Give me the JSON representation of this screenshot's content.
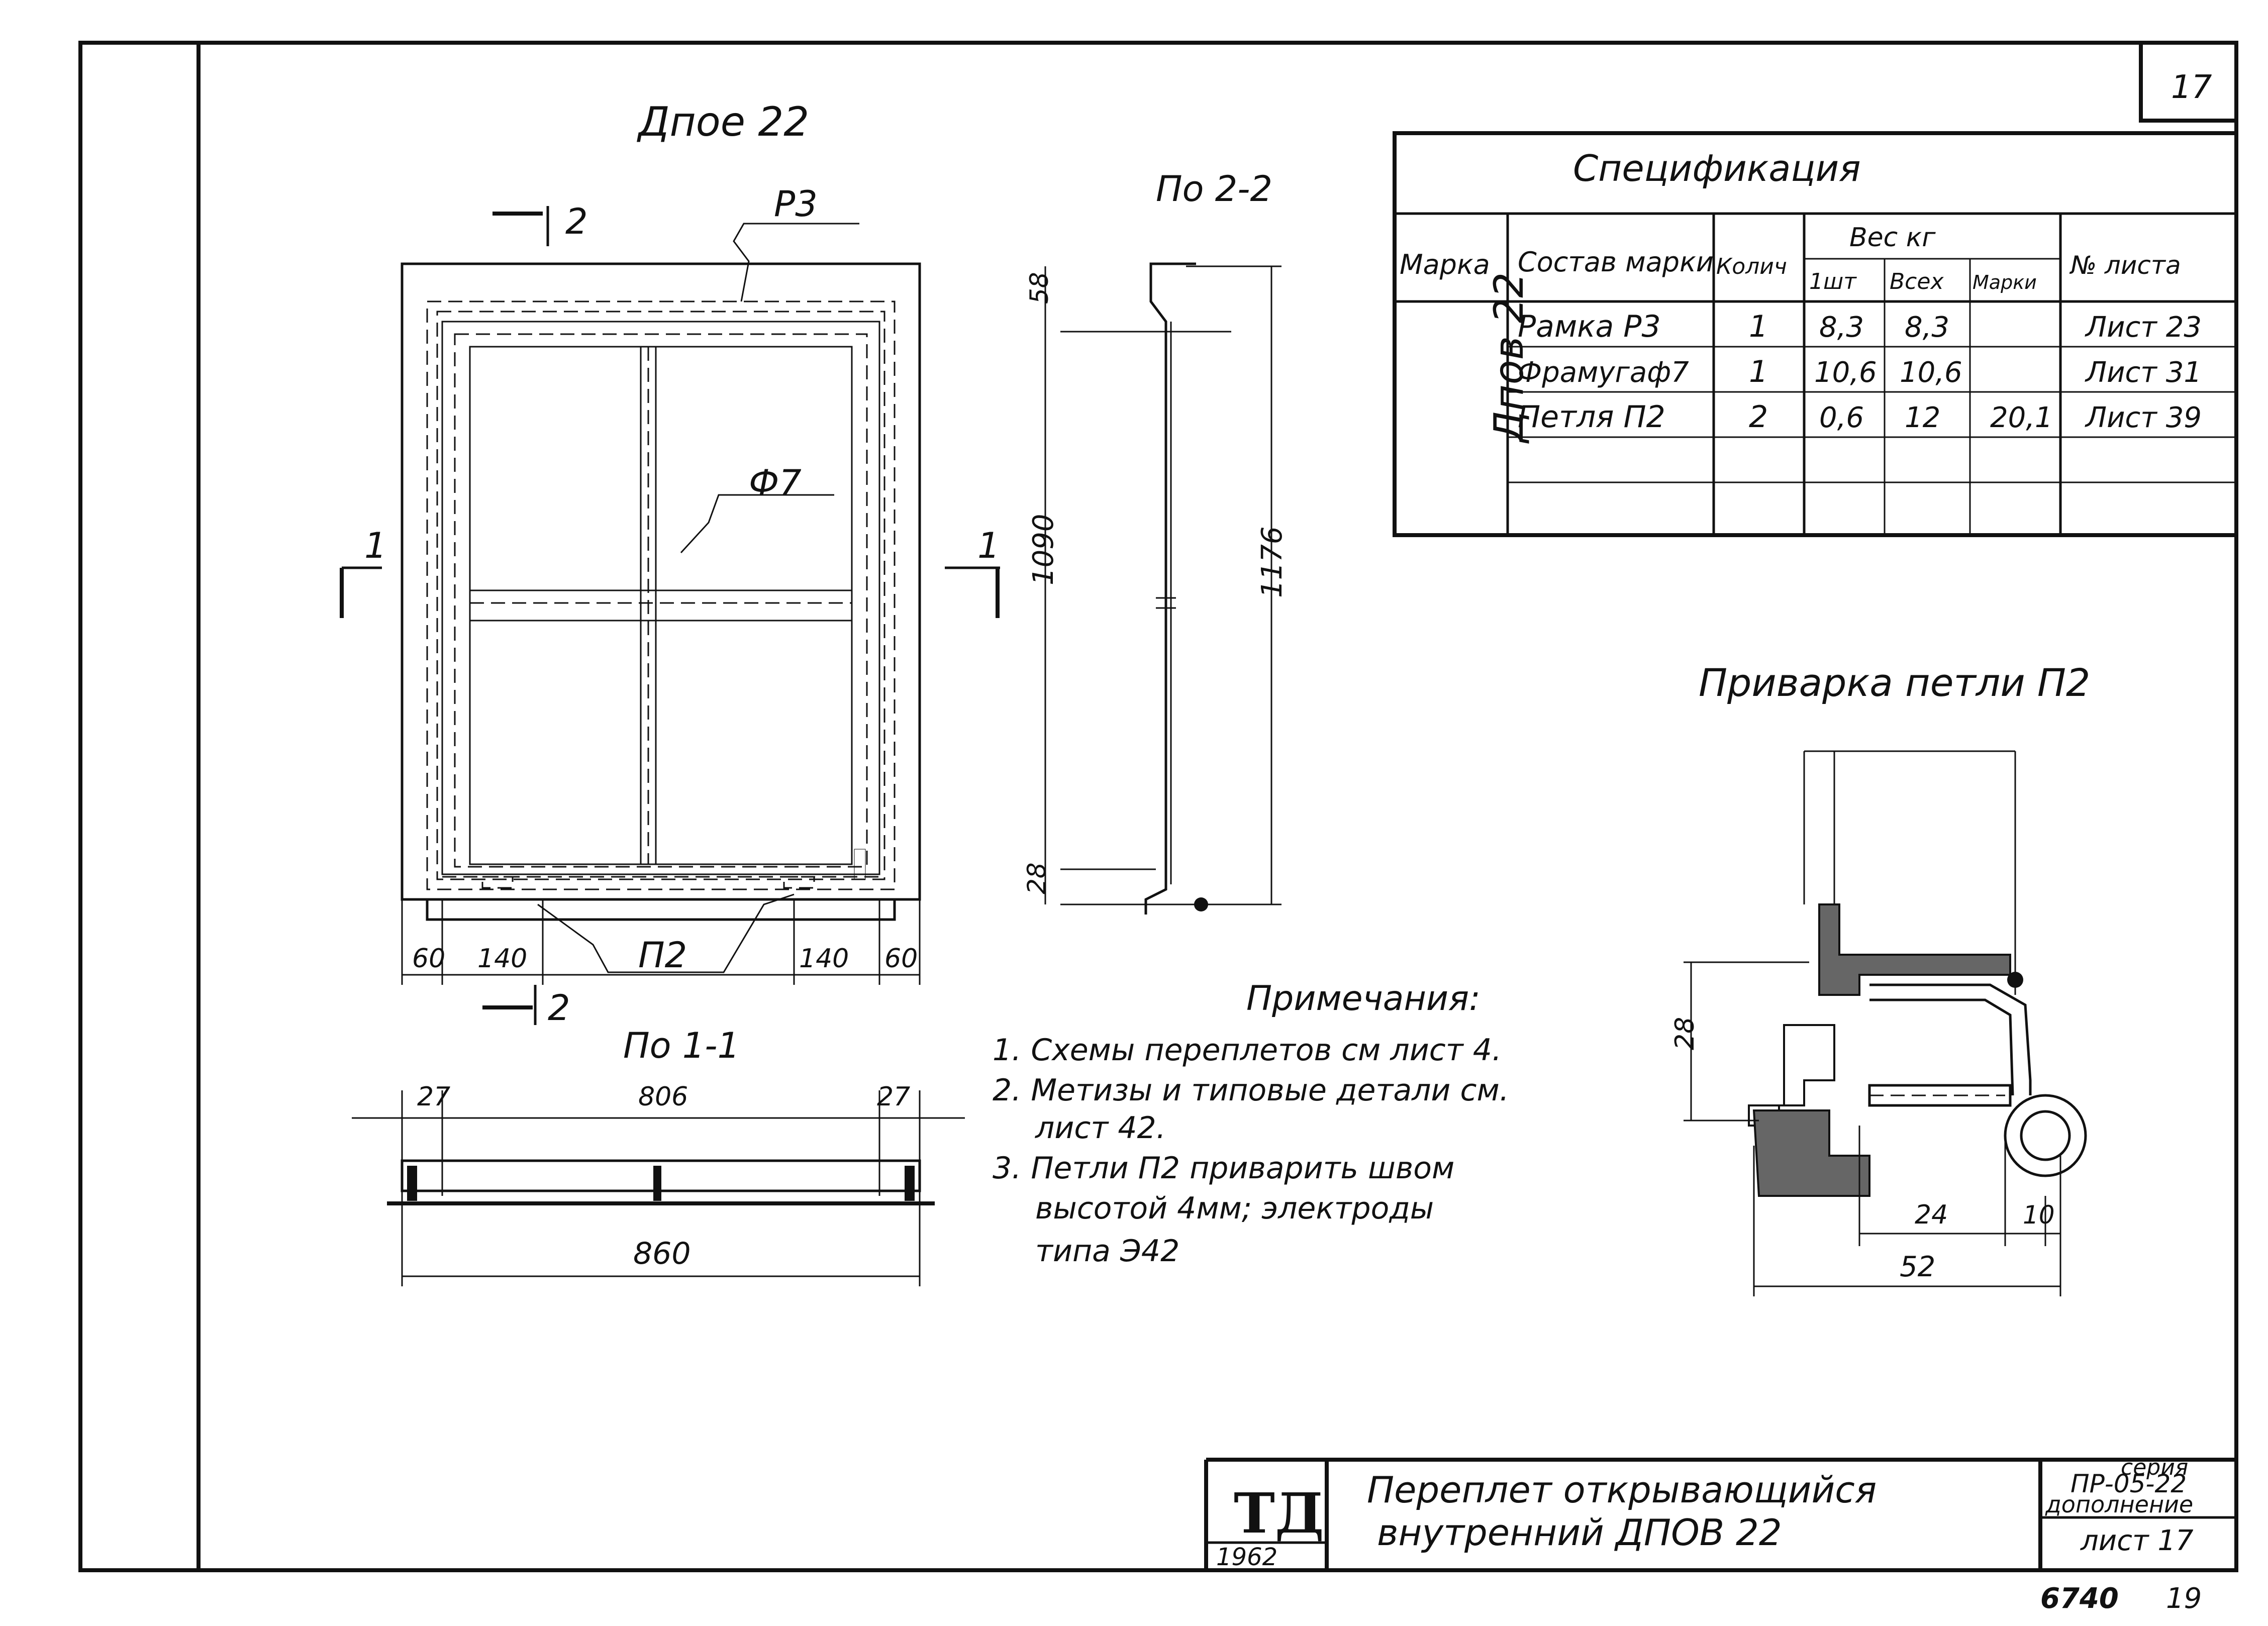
{
  "sheet": {
    "number": "17"
  },
  "drawing": {
    "title": "Дпое 22",
    "section_2_2": "По 2-2",
    "section_1_1": "По 1-1",
    "frame_label": "Р3",
    "bar_label": "Ф7",
    "hinge_label": "П2",
    "cut_mark_1": "1",
    "cut_mark_2": "2",
    "dims": {
      "top_58": "58",
      "h_1090": "1090",
      "h_1176": "1176",
      "bot_28": "28",
      "d60a": "60",
      "d140a": "140",
      "d140b": "140",
      "d60b": "60",
      "d27a": "27",
      "d806": "806",
      "d27b": "27",
      "d860": "860"
    }
  },
  "spec": {
    "title": "Спецификация",
    "headers": {
      "mark": "Марка",
      "composition": "Состав марки",
      "qty": "Колич",
      "weight": "Вес кг",
      "one": "1шт",
      "all": "Всех",
      "marka": "Марки",
      "sheet_no": "№ листа"
    },
    "mark_value": "Дпов 22",
    "rows": [
      {
        "name": "Рамка Р3",
        "qty": "1",
        "one": "8,3",
        "all": "8,3",
        "sheet": "Лист 23"
      },
      {
        "name": "Фрамугаф7",
        "qty": "1",
        "one": "10,6",
        "all": "10,6",
        "sheet": "Лист 31"
      },
      {
        "name": "Петля П2",
        "qty": "2",
        "one": "0,6",
        "all": "12",
        "sheet": "Лист 39"
      }
    ],
    "total": "20,1"
  },
  "weld": {
    "title": "Приварка петли П2",
    "d28": "28",
    "d24": "24",
    "d10": "10",
    "d52": "52"
  },
  "notes": {
    "title": "Примечания:",
    "items": [
      "1. Схемы переплетов см лист 4.",
      "2. Метизы и типовые детали см.",
      "лист 42.",
      "3. Петли П2 приварить швом",
      "высотой 4мм; электроды",
      "типа Э42"
    ]
  },
  "stamp": {
    "org": "ТД",
    "year": "1962",
    "title_line1": "Переплет открывающийся",
    "title_line2": "внутренний ДПОВ 22",
    "series_label": "серия",
    "series": "ПР-05-22",
    "supplement": "дополнение",
    "sheet": "лист 17"
  },
  "footer": {
    "code": "6740",
    "page": "19"
  }
}
